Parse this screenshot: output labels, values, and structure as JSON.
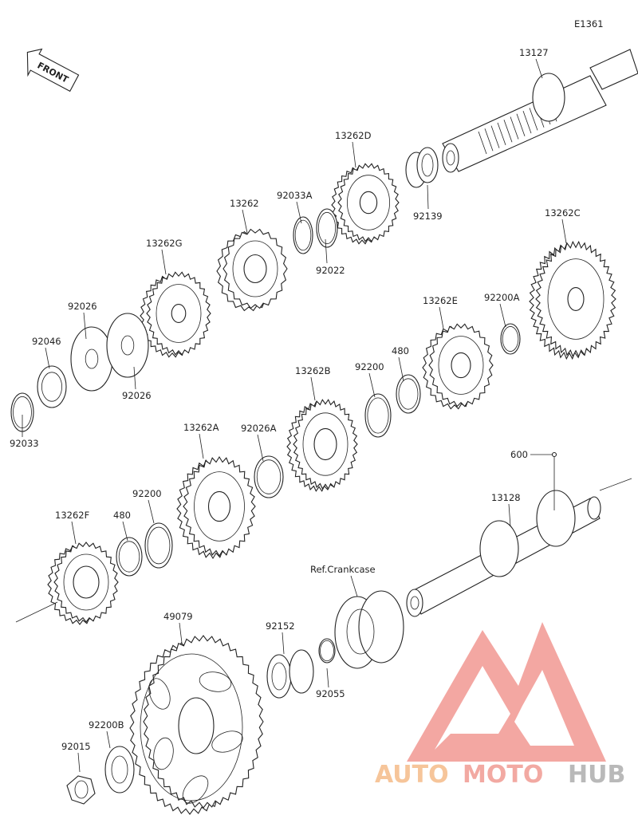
{
  "diagram": {
    "code": "E1361",
    "front_label": "FRONT",
    "ref_label": "Ref.Crankcase",
    "parts": [
      "13127",
      "13262D",
      "92033A",
      "92139",
      "13262",
      "92022",
      "13262G",
      "13262C",
      "92026",
      "92046",
      "92026",
      "92200A",
      "13262E",
      "480",
      "92200",
      "13262B",
      "92033",
      "13262A",
      "92026A",
      "600",
      "92200",
      "480",
      "13128",
      "13262F",
      "49079",
      "92152",
      "92055",
      "92200B",
      "92015"
    ]
  },
  "watermark": {
    "brand_a": "AUTO",
    "brand_b": "MOTO",
    "brand_c": "HUB",
    "colors": {
      "a": "#f6c59a",
      "b": "#f2a9a2",
      "c": "#b9b9b9",
      "logo": "#f08a84"
    }
  }
}
